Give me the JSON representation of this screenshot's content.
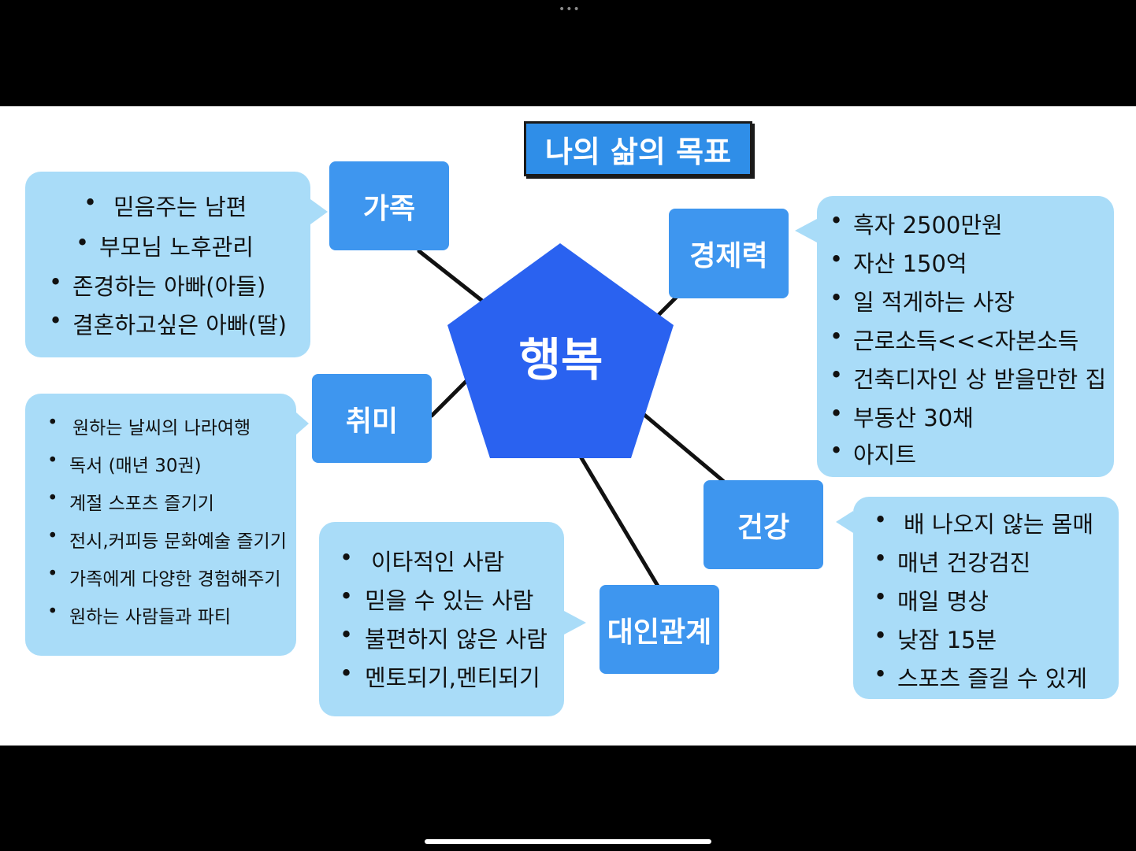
{
  "title": "나의 삶의 목표",
  "center": "행복",
  "nodes": {
    "family": "가족",
    "economy": "경제력",
    "hobby": "취미",
    "health": "건강",
    "relations": "대인관계"
  },
  "family_items": [
    "믿음주는 남편",
    "부모님 노후관리",
    "존경하는 아빠(아들)",
    "결혼하고싶은 아빠(딸)"
  ],
  "economy_items": [
    "흑자 2500만원",
    "자산 150억",
    "일 적게하는 사장",
    "근로소득<<<자본소득",
    "건축디자인 상 받을만한 집",
    "부동산 30채",
    "아지트"
  ],
  "hobby_items": [
    "원하는 날씨의 나라여행",
    "독서 (매년 30권)",
    "계절 스포츠 즐기기",
    "전시,커피등 문화예술 즐기기",
    "가족에게 다양한 경험해주기",
    "원하는 사람들과 파티"
  ],
  "relations_items": [
    "이타적인 사람",
    "믿을 수 있는 사람",
    "불편하지 않은 사람",
    "멘토되기,멘티되기"
  ],
  "health_items": [
    "배 나오지 않는 몸매",
    "매년 건강검진",
    "매일 명상",
    "낮잠 15분",
    "스포츠 즐길 수 있게"
  ],
  "colors": {
    "bubble": "#a9dcf8",
    "node": "#3e96ef",
    "center": "#2a62f0",
    "title": "#2f8ee8"
  }
}
